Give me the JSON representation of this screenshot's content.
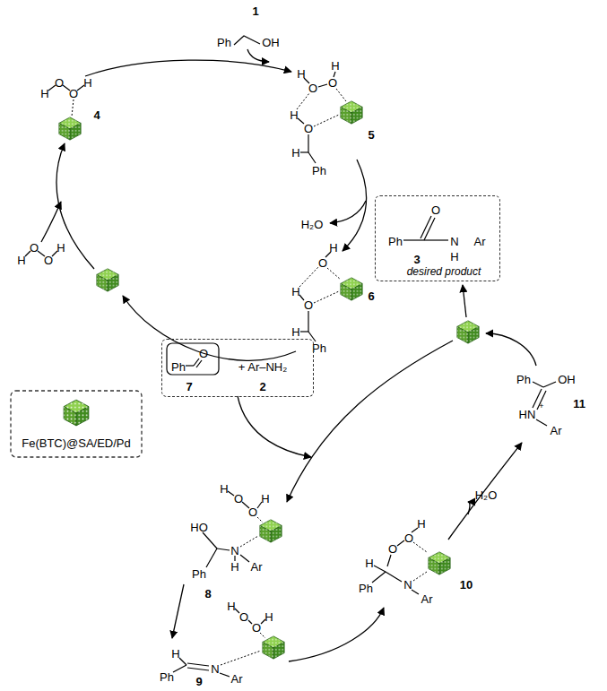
{
  "diagram": {
    "nodes": [
      {
        "text": [
          "Ph",
          "O",
          "N",
          "H",
          "Ar",
          "3",
          "desired product"
        ]
      },
      {
        "text": [
          "Ph",
          "O",
          "7",
          "+ Ar–NH₂",
          "2"
        ]
      }
    ],
    "labels": [
      "1",
      "Ph",
      "OH",
      "H",
      "O",
      "O",
      "H",
      "4",
      "H",
      "O",
      "O",
      "H",
      "H",
      "O",
      "H",
      "Ph",
      "5",
      "H₂O",
      "O",
      "H",
      "H",
      "O",
      "H",
      "Ph",
      "6",
      "H",
      "O",
      "O",
      "H",
      "H",
      "O",
      "O",
      "H",
      "HO",
      "N",
      "H",
      "Ar",
      "Ph",
      "8",
      "H",
      "O",
      "O",
      "H",
      "H",
      "N",
      "Ar",
      "Ph",
      "9",
      "O",
      "O",
      "H",
      "H",
      "Ph",
      "N",
      "Ar",
      "10",
      "H₂O",
      "Ph",
      "OH",
      "HN",
      "+",
      "Ar",
      "11"
    ],
    "legend": [
      {
        "text": "Fe(BTC)@SA/ED/Pd"
      }
    ]
  }
}
